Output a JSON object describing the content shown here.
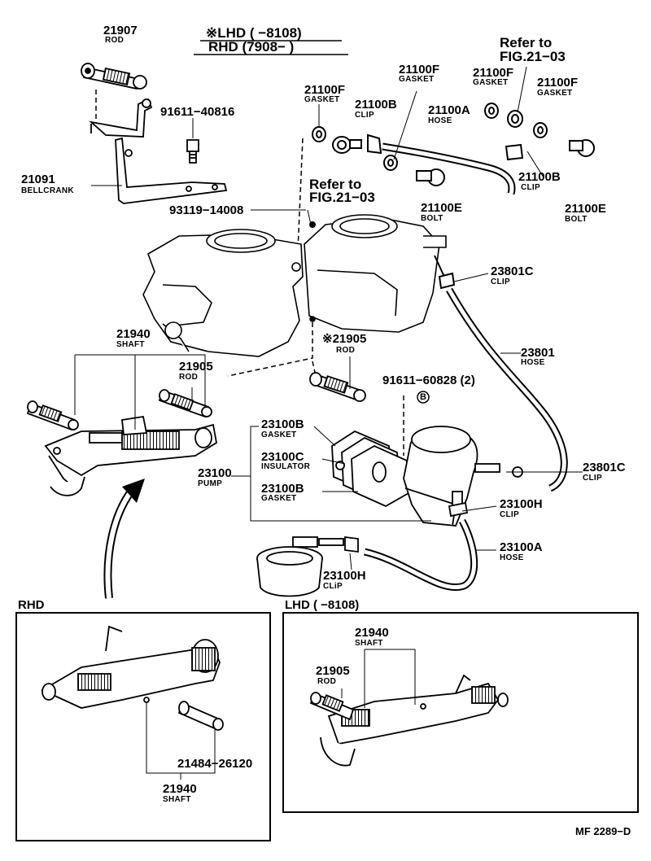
{
  "header": {
    "lhd_line": "※LHD (        −8108)",
    "rhd_line": "RHD (7908−        )"
  },
  "callouts": [
    {
      "id": "rod-21907",
      "part_no": "21907",
      "name": "ROD"
    },
    {
      "id": "bolt-91611-40816",
      "part_no": "91611−40816",
      "name": ""
    },
    {
      "id": "bellcrank-21091",
      "part_no": "21091",
      "name": "BELLCRANK"
    },
    {
      "id": "gasket-21100f-a",
      "part_no": "21100F",
      "name": "GASKET"
    },
    {
      "id": "clip-21100b-a",
      "part_no": "21100B",
      "name": "CLIP"
    },
    {
      "id": "gasket-21100f-b",
      "part_no": "21100F",
      "name": "GASKET"
    },
    {
      "id": "hose-21100a",
      "part_no": "21100A",
      "name": "HOSE"
    },
    {
      "id": "gasket-21100f-c",
      "part_no": "21100F",
      "name": "GASKET"
    },
    {
      "id": "gasket-21100f-d",
      "part_no": "21100F",
      "name": "GASKET"
    },
    {
      "id": "clip-21100b-b",
      "part_no": "21100B",
      "name": "CLIP"
    },
    {
      "id": "bolt-21100e-a",
      "part_no": "21100E",
      "name": "BOLT"
    },
    {
      "id": "bolt-21100e-b",
      "part_no": "21100E",
      "name": "BOLT"
    },
    {
      "id": "screw-93119",
      "part_no": "93119−14008",
      "name": ""
    },
    {
      "id": "clip-23801c-a",
      "part_no": "23801C",
      "name": "CLIP"
    },
    {
      "id": "shaft-21940-main",
      "part_no": "21940",
      "name": "SHAFT"
    },
    {
      "id": "rod-21905-star",
      "part_no": "※21905",
      "name": "ROD"
    },
    {
      "id": "hose-23801",
      "part_no": "23801",
      "name": "HOSE"
    },
    {
      "id": "rod-21905-main",
      "part_no": "21905",
      "name": "ROD"
    },
    {
      "id": "bolt-91611-60828",
      "part_no": "91611−60828 (2)",
      "name": ""
    },
    {
      "id": "gasket-23100b-a",
      "part_no": "23100B",
      "name": "GASKET"
    },
    {
      "id": "insulator-23100c",
      "part_no": "23100C",
      "name": "INSULATOR"
    },
    {
      "id": "pump-23100",
      "part_no": "23100",
      "name": "PUMP"
    },
    {
      "id": "gasket-23100b-b",
      "part_no": "23100B",
      "name": "GASKET"
    },
    {
      "id": "clip-23801c-b",
      "part_no": "23801C",
      "name": "CLIP"
    },
    {
      "id": "clip-23100h-a",
      "part_no": "23100H",
      "name": "CLIP"
    },
    {
      "id": "hose-23100a",
      "part_no": "23100A",
      "name": "HOSE"
    },
    {
      "id": "clip-23100h-b",
      "part_no": "23100H",
      "name": "CLiP"
    }
  ],
  "refs": [
    {
      "id": "ref-top",
      "line1": "Refer to",
      "line2": "FIG.21−03"
    },
    {
      "id": "ref-mid",
      "line1": "Refer to",
      "line2": "FIG.21−03"
    }
  ],
  "marker_letter": "B",
  "rhd_panel": {
    "title": "RHD",
    "part_a": "21484−26120",
    "part_b": "21940",
    "part_b_name": "SHAFT"
  },
  "lhd_panel": {
    "title": "LHD (        −8108)",
    "shaft_no": "21940",
    "shaft_name": "SHAFT",
    "rod_no": "21905",
    "rod_name": "ROD"
  },
  "figure_code": "MF 2289−D"
}
